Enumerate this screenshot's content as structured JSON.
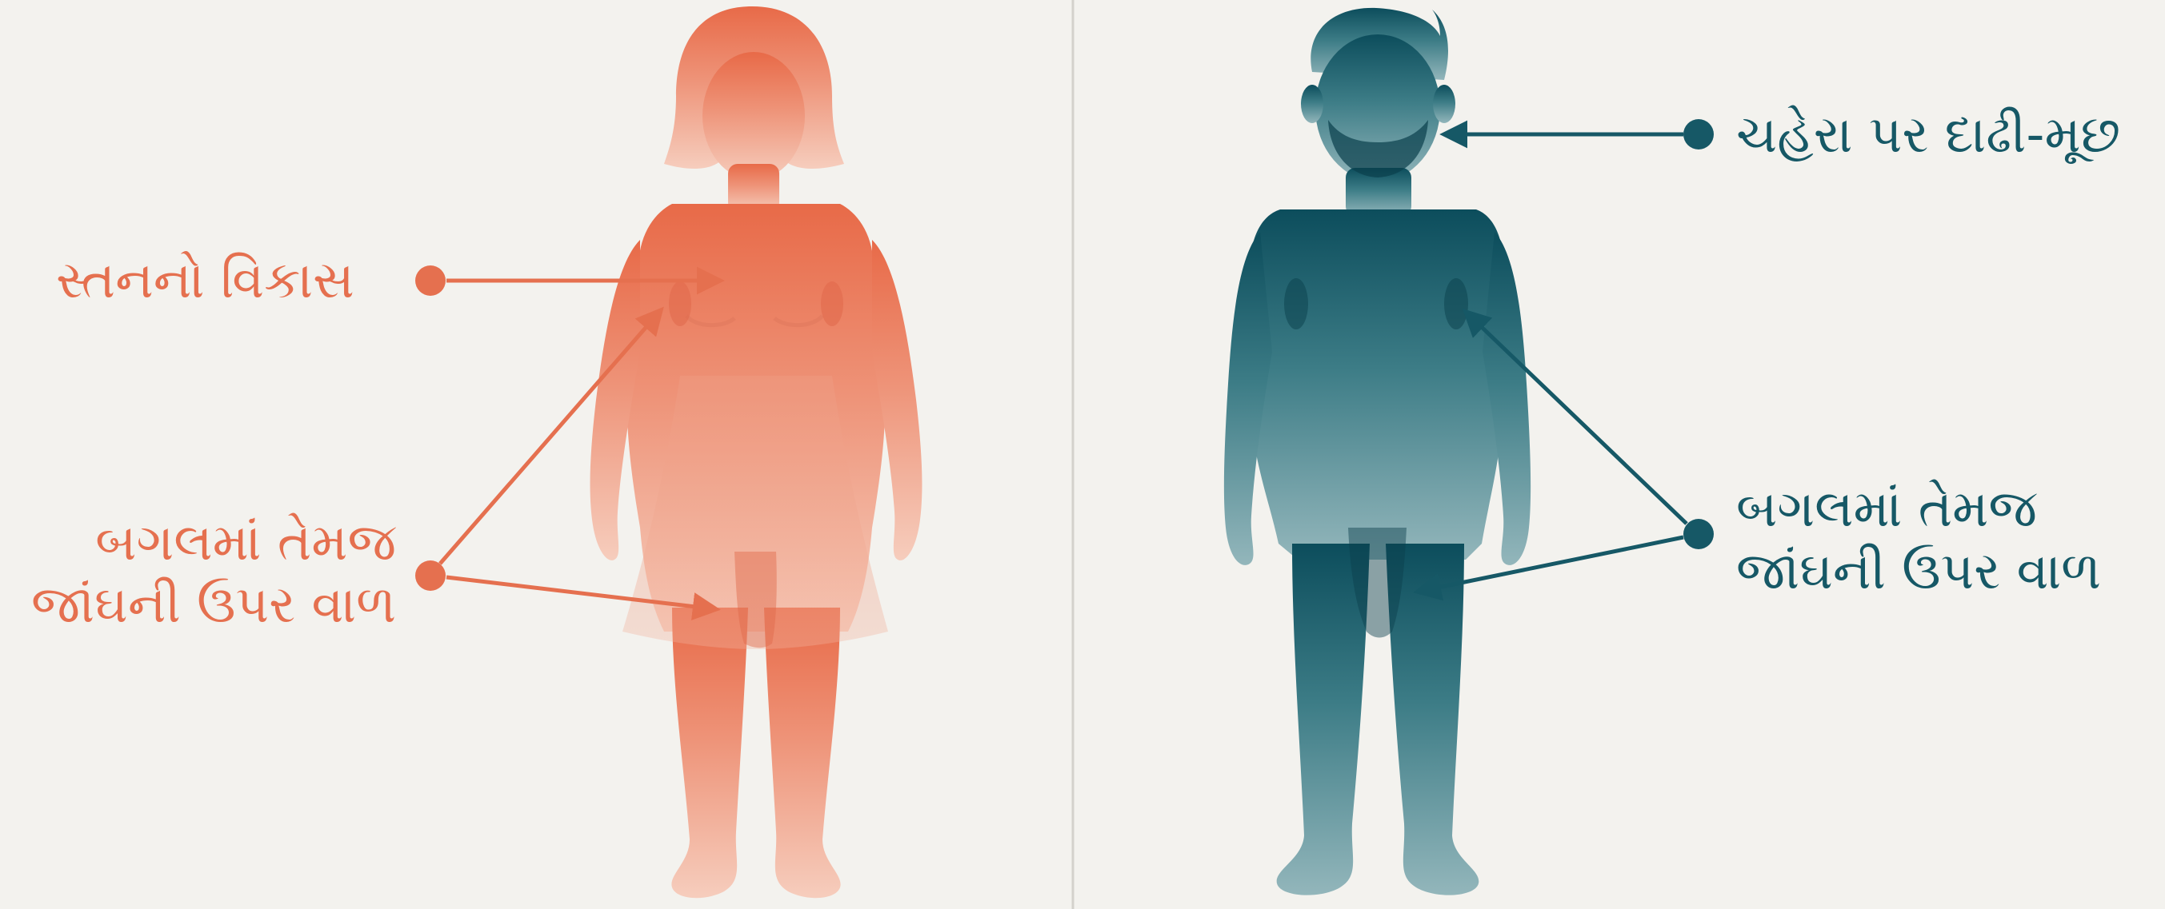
{
  "colors": {
    "background": "#f3f2ee",
    "female": "#e5704f",
    "male": "#165866",
    "divider": "#d4d2cc"
  },
  "female": {
    "labels": {
      "breast": "સ્તનનો વિકાસ",
      "hair_line1": "બગલમાં તેમજ",
      "hair_line2": "જાંઘની ઉપર વાળ"
    }
  },
  "male": {
    "labels": {
      "beard": "ચહેરા પર દાઢી-મૂછ",
      "hair_line1": "બગલમાં તેમજ",
      "hair_line2": "જાંઘની ઉપર વાળ"
    }
  }
}
